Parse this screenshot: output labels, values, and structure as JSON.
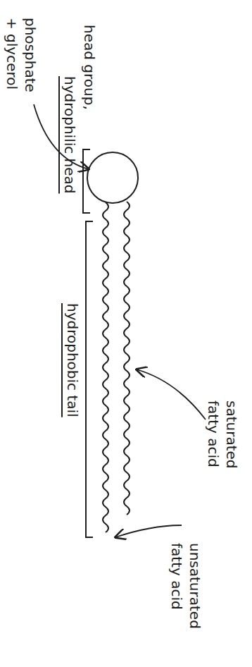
{
  "diagram": {
    "labels": [
      "head group,",
      "hydrophilic head",
      "phosphate + glycerol",
      "hydrophobic tail",
      "saturated fatty acid",
      "unsaturated fatty acid"
    ]
  }
}
